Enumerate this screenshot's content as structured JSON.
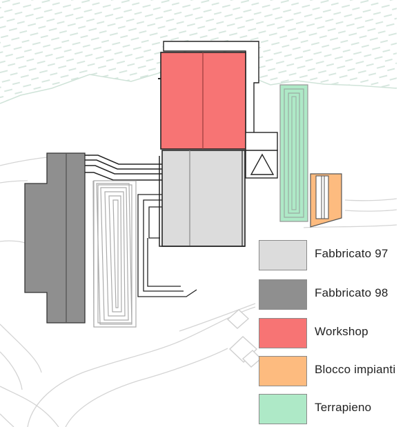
{
  "colors": {
    "background": "#ffffff",
    "hatch": "#d9e8e1",
    "outline": "#222222",
    "road": "#d6d6d6"
  },
  "legend": [
    {
      "label": "Fabbricato 97",
      "color": "#dcdcdc",
      "icon": "light-gray-swatch"
    },
    {
      "label": "Fabbricato 98",
      "color": "#8f8f8f",
      "icon": "dark-gray-swatch"
    },
    {
      "label": "Workshop",
      "color": "#f77474",
      "icon": "red-swatch"
    },
    {
      "label": "Blocco impianti",
      "color": "#fdbb7f",
      "icon": "orange-swatch"
    },
    {
      "label": "Terrapieno",
      "color": "#aee9c7",
      "icon": "green-swatch"
    }
  ]
}
